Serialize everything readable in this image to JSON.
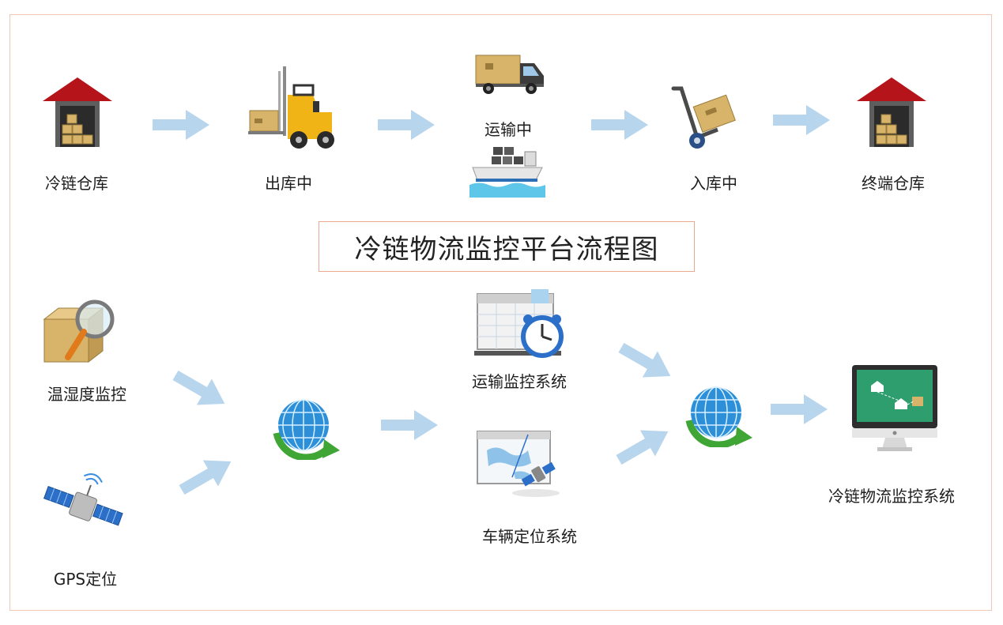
{
  "title": "冷链物流监控平台流程图",
  "top_flow": [
    {
      "id": "cold-warehouse",
      "label": "冷链仓库",
      "icon": "warehouse-icon"
    },
    {
      "id": "outbound",
      "label": "出库中",
      "icon": "forklift-icon"
    },
    {
      "id": "in-transit",
      "label": "运输中",
      "icon": "truck-ship-icon"
    },
    {
      "id": "inbound",
      "label": "入库中",
      "icon": "hand-truck-icon"
    },
    {
      "id": "terminal-warehouse",
      "label": "终端仓库",
      "icon": "warehouse-icon"
    }
  ],
  "bottom_flow": {
    "temp_humidity": {
      "label": "温湿度监控",
      "icon": "magnifier-box-icon"
    },
    "gps": {
      "label": "GPS定位",
      "icon": "satellite-icon"
    },
    "transport_monitor": {
      "label": "运输监控系统",
      "icon": "calendar-clock-icon"
    },
    "vehicle_positioning": {
      "label": "车辆定位系统",
      "icon": "map-satellite-icon"
    },
    "platform": {
      "label": "冷链物流监控系统",
      "icon": "monitor-icon"
    }
  },
  "colors": {
    "arrow": "#b8d5ee",
    "frame": "#f0c8b4",
    "title_border": "#e9a98e",
    "globe": "#2c8fd8",
    "globe_arrow": "#3fa535",
    "roof": "#b5141a"
  }
}
